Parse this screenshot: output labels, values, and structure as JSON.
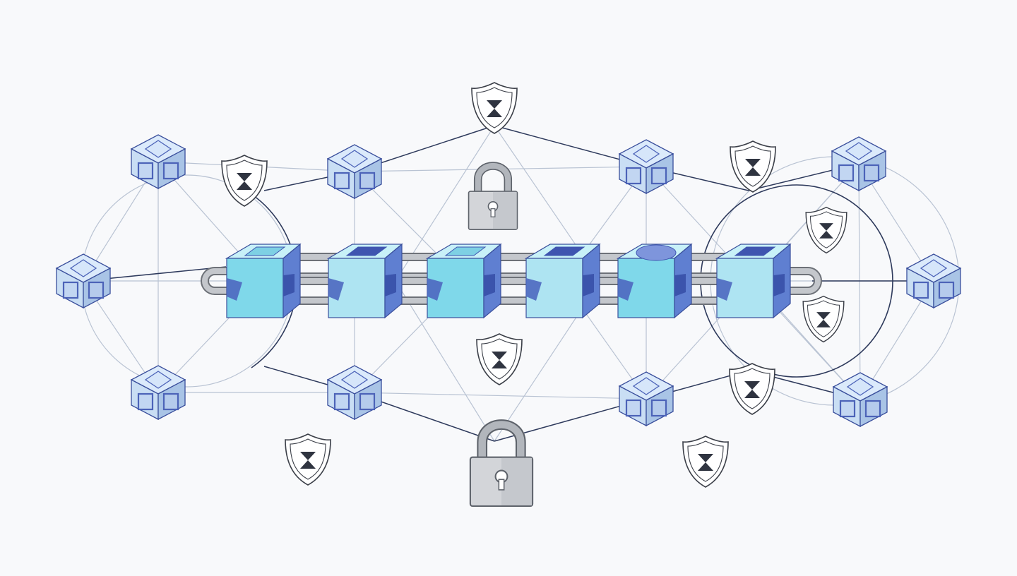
{
  "diagram": {
    "colors": {
      "background": "#f8f9fb",
      "node_face": "#c9def4",
      "node_top": "#dbeafb",
      "node_side": "#a9c4e6",
      "node_stroke": "#3a4f9c",
      "node_inner": "#4c63b8",
      "chain_block_a": "#7fd8ea",
      "chain_block_b": "#aee4f2",
      "chain_block_side": "#5f7fd1",
      "chain_top_mark": "#3f55b0",
      "chain_link": "#c4c7cc",
      "chain_link_edge": "#6d7178",
      "edge_dark": "#2e3a5c",
      "edge_light": "#b9c3d3",
      "shield_stroke": "#3b3f48",
      "shield_mark": "#2f3440",
      "lock_body": "#d3d5d9",
      "lock_shackle": "#b2b6bc",
      "lock_stroke": "#5e636b"
    },
    "network_nodes": [
      {
        "id": "node-left-top"
      },
      {
        "id": "node-left-mid"
      },
      {
        "id": "node-left-bottom"
      },
      {
        "id": "node-inner-left-top"
      },
      {
        "id": "node-inner-left-bottom"
      },
      {
        "id": "node-inner-right-top"
      },
      {
        "id": "node-inner-right-bottom"
      },
      {
        "id": "node-right-top"
      },
      {
        "id": "node-right-mid"
      },
      {
        "id": "node-right-bottom"
      }
    ],
    "chain_blocks": [
      {
        "id": "chain-block-1",
        "top_mark": "square"
      },
      {
        "id": "chain-block-2",
        "top_mark": "square"
      },
      {
        "id": "chain-block-3",
        "top_mark": "square"
      },
      {
        "id": "chain-block-4",
        "top_mark": "square"
      },
      {
        "id": "chain-block-5",
        "top_mark": "circle"
      },
      {
        "id": "chain-block-6",
        "top_mark": "square"
      }
    ],
    "shields": [
      {
        "id": "shield-top-center"
      },
      {
        "id": "shield-left-upper"
      },
      {
        "id": "shield-right-upper"
      },
      {
        "id": "shield-right-side-1"
      },
      {
        "id": "shield-right-side-2"
      },
      {
        "id": "shield-center-lower"
      },
      {
        "id": "shield-right-lower"
      },
      {
        "id": "shield-bottom-left"
      },
      {
        "id": "shield-bottom-right"
      }
    ],
    "locks": [
      {
        "id": "padlock-top"
      },
      {
        "id": "padlock-bottom"
      }
    ],
    "icon_names": [
      "cube-node-icon",
      "chain-link-icon",
      "shield-icon",
      "padlock-icon"
    ]
  }
}
